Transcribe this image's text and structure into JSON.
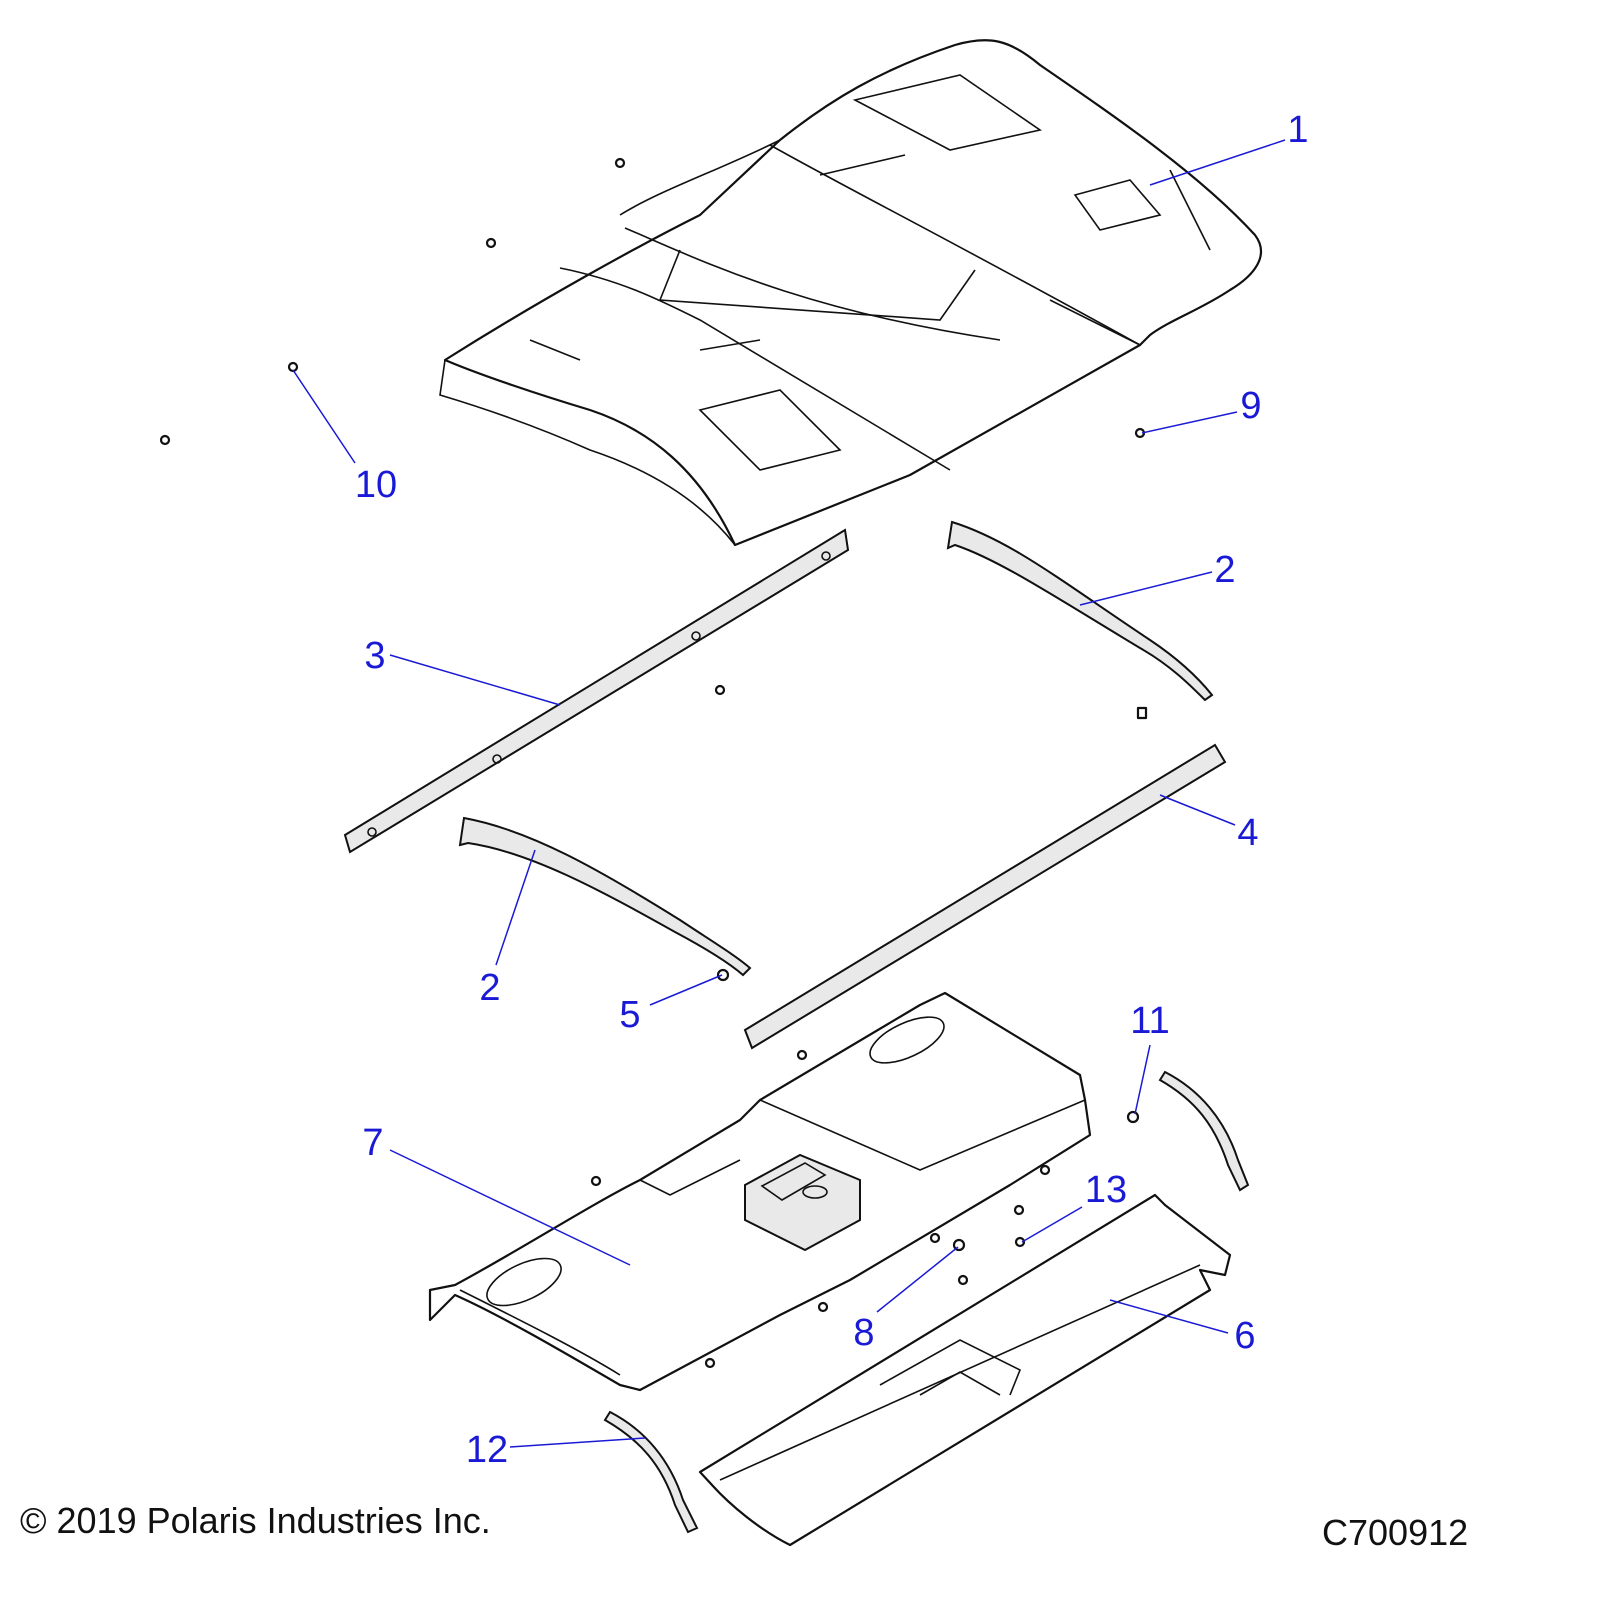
{
  "callouts": [
    "1",
    "2",
    "2",
    "3",
    "4",
    "5",
    "6",
    "7",
    "8",
    "9",
    "10",
    "11",
    "12",
    "13"
  ],
  "footer": {
    "copyright": "© 2019 Polaris Industries Inc.",
    "drawing_number": "C700912"
  },
  "colors": {
    "callout": "#1a1ad6",
    "line": "#111111"
  }
}
